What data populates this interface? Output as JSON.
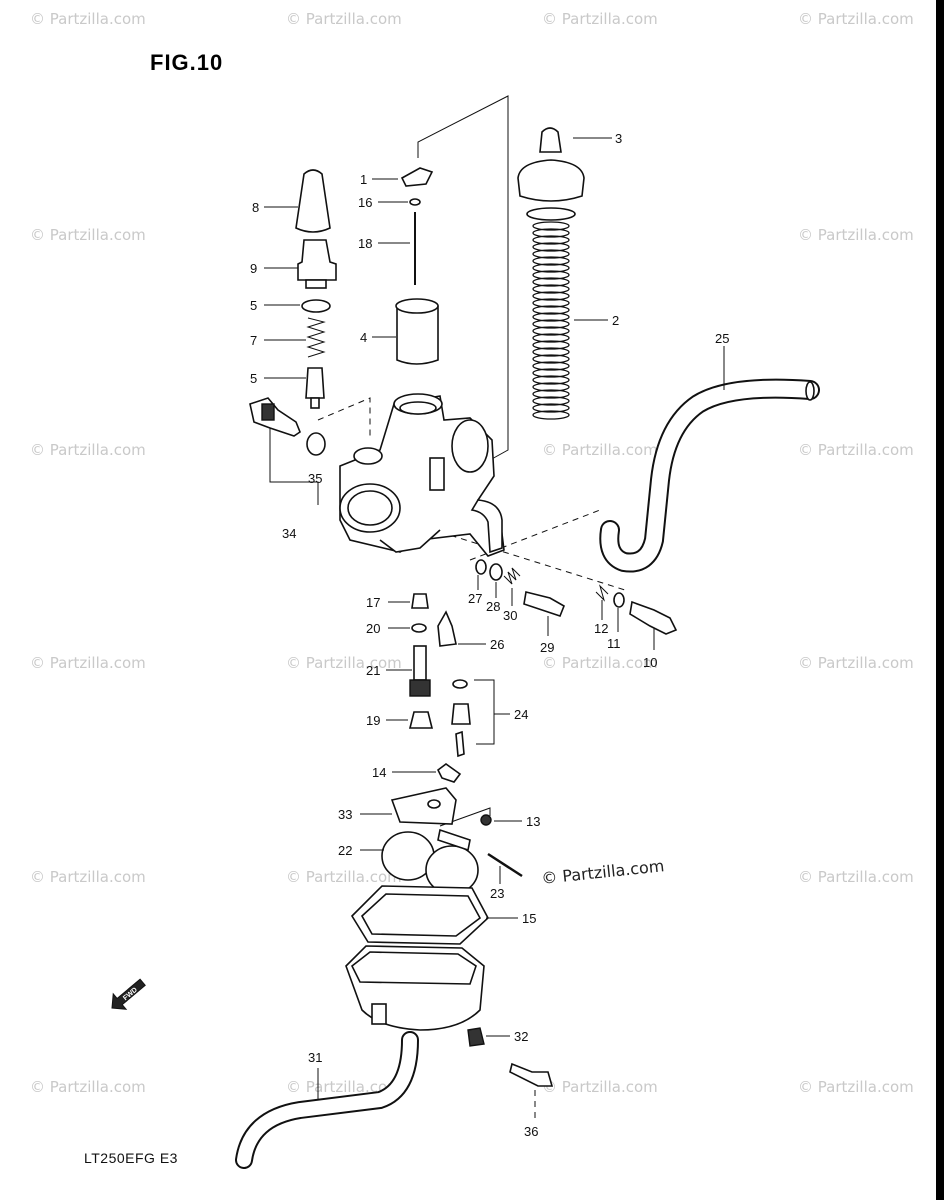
{
  "figure": {
    "title": "FIG.10",
    "code": "LT250EFG E3"
  },
  "watermark": {
    "text": "© Partzilla.com",
    "highlight_text": "© Partzilla.com"
  },
  "direction_marker": {
    "label": "FWD",
    "icon": "front-arrow-icon"
  },
  "callouts": [
    {
      "id": "1",
      "label": "1"
    },
    {
      "id": "2",
      "label": "2"
    },
    {
      "id": "3",
      "label": "3"
    },
    {
      "id": "4",
      "label": "4"
    },
    {
      "id": "5a",
      "label": "5"
    },
    {
      "id": "5b",
      "label": "5"
    },
    {
      "id": "7",
      "label": "7"
    },
    {
      "id": "8",
      "label": "8"
    },
    {
      "id": "9",
      "label": "9"
    },
    {
      "id": "10",
      "label": "10"
    },
    {
      "id": "11",
      "label": "11"
    },
    {
      "id": "12",
      "label": "12"
    },
    {
      "id": "13",
      "label": "13"
    },
    {
      "id": "14",
      "label": "14"
    },
    {
      "id": "15",
      "label": "15"
    },
    {
      "id": "16",
      "label": "16"
    },
    {
      "id": "17",
      "label": "17"
    },
    {
      "id": "18",
      "label": "18"
    },
    {
      "id": "19",
      "label": "19"
    },
    {
      "id": "20",
      "label": "20"
    },
    {
      "id": "21",
      "label": "21"
    },
    {
      "id": "22",
      "label": "22"
    },
    {
      "id": "23",
      "label": "23"
    },
    {
      "id": "24",
      "label": "24"
    },
    {
      "id": "25",
      "label": "25"
    },
    {
      "id": "26",
      "label": "26"
    },
    {
      "id": "27",
      "label": "27"
    },
    {
      "id": "28",
      "label": "28"
    },
    {
      "id": "29",
      "label": "29"
    },
    {
      "id": "30",
      "label": "30"
    },
    {
      "id": "31",
      "label": "31"
    },
    {
      "id": "32",
      "label": "32"
    },
    {
      "id": "33",
      "label": "33"
    },
    {
      "id": "34",
      "label": "34"
    },
    {
      "id": "35",
      "label": "35"
    },
    {
      "id": "36",
      "label": "36"
    }
  ]
}
